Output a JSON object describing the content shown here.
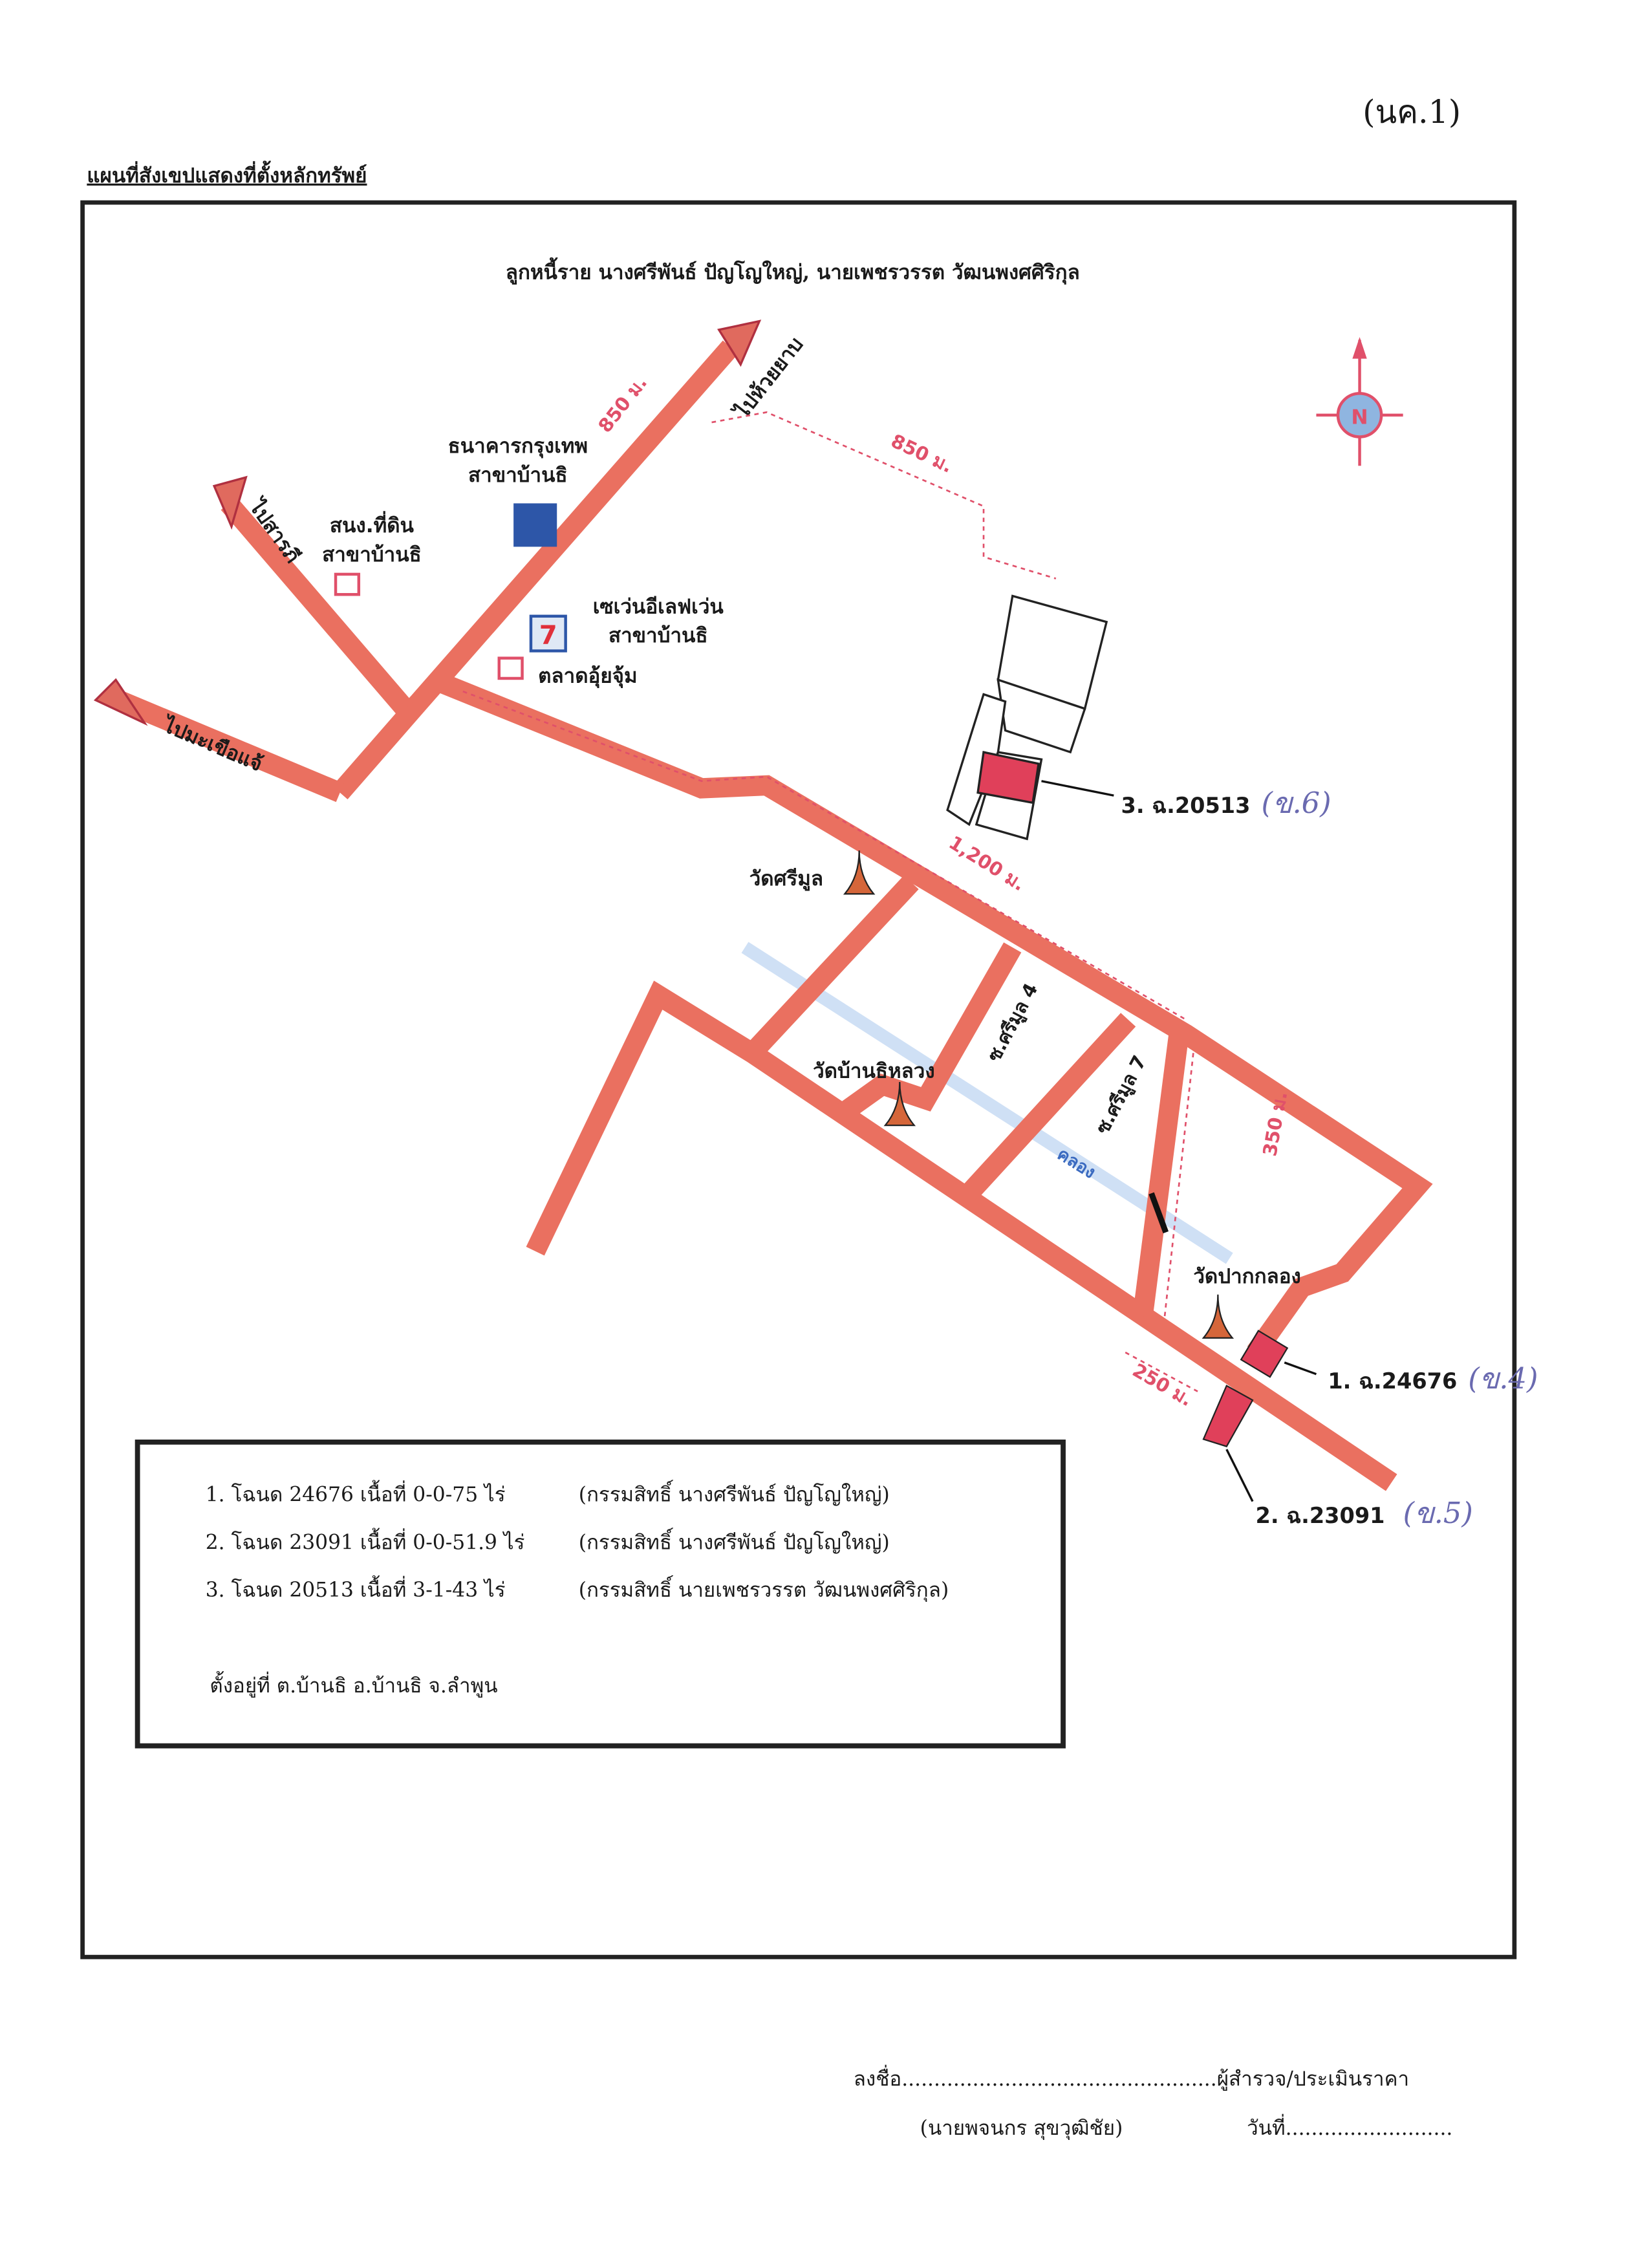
{
  "header": {
    "form_code": "(นค.1)",
    "title": "แผนที่สังเขปแสดงที่ตั้งหลักทรัพย์"
  },
  "map": {
    "debtor_line": "ลูกหนี้ราย นางศรีพันธ์ ปัญโญใหญ่, นายเพชรวรรต วัฒนพงศศิริกุล",
    "north_label": "N",
    "directions": {
      "to_huai_yap": "ไปห้วยยาบ",
      "to_saraphi": "ไปสารภี",
      "to_makhuea_chae": "ไปมะเขือแจ้"
    },
    "landmarks": {
      "bank": [
        "ธนาคารกรุงเทพ",
        "สาขาบ้านธิ"
      ],
      "land_office": [
        "สนง.ที่ดิน",
        "สาขาบ้านธิ"
      ],
      "seven_eleven": [
        "เซเว่นอีเลฟเว่น",
        "สาขาบ้านธิ"
      ],
      "market": "ตลาดอุ้ยจุ้ม",
      "wat_sri_mun": "วัดศรีมูล",
      "wat_ban_thi_luang": "วัดบ้านธิหลวง",
      "wat_pak_klong": "วัดปากกลอง",
      "soi_4": "ซ.ศรีมูล 4",
      "soi_7": "ซ.ศรีมูล 7",
      "canal": "คลอง"
    },
    "distances": {
      "d850_road": "850 ม.",
      "d850_dashed": "850 ม.",
      "d1200": "1,200 ม.",
      "d350": "350 ม.",
      "d250": "250 ม."
    },
    "parcels": [
      {
        "label": "1. ฉ.24676",
        "note": "(ข.4)"
      },
      {
        "label": "2. ฉ.23091",
        "note": "(ข.5)"
      },
      {
        "label": "3. ฉ.20513",
        "note": "(ข.6)"
      }
    ],
    "colors": {
      "road": "#ea7060",
      "parcel": "#e0405a",
      "canal": "#cfe0f5"
    }
  },
  "legend": {
    "items": [
      {
        "deed": "1. โฉนด 24676 เนื้อที่ 0-0-75 ไร่",
        "owner": "(กรรมสิทธิ์ นางศรีพันธ์ ปัญโญใหญ่)"
      },
      {
        "deed": "2. โฉนด 23091 เนื้อที่ 0-0-51.9 ไร่",
        "owner": "(กรรมสิทธิ์ นางศรีพันธ์ ปัญโญใหญ่)"
      },
      {
        "deed": "3. โฉนด 20513 เนื้อที่ 3-1-43 ไร่",
        "owner": "(กรรมสิทธิ์ นายเพชรวรรต วัฒนพงศศิริกุล)"
      }
    ],
    "location": "ตั้งอยู่ที่ ต.บ้านธิ อ.บ้านธิ จ.ลำพูน"
  },
  "signature": {
    "sign_line": "ลงชื่อ.................................................ผู้สำรวจ/ประเมินราคา",
    "name": "(นายพจนกร สุขวุฒิชัย)",
    "date_line": "วันที่.........................."
  }
}
